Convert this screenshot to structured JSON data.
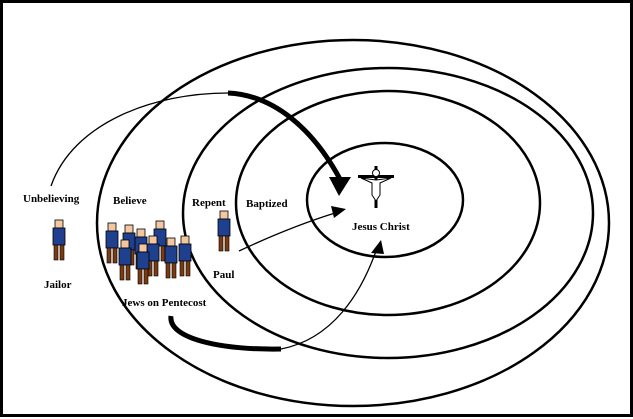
{
  "labels": {
    "unbelieving": "Unbelieving",
    "believe": "Believe",
    "repent": "Repent",
    "baptized": "Baptized",
    "jesus_christ": "Jesus Christ",
    "jailor": "Jailor",
    "paul": "Paul",
    "jews_on_pentecost": "Jews on Pentecost"
  },
  "icons": {
    "cross": "crucifix-icon",
    "person": "person-figure-icon"
  },
  "colors": {
    "shirt": "#1f3f8f",
    "pants": "#7a3b10",
    "skin": "#f3c7a2",
    "line": "#000000"
  }
}
